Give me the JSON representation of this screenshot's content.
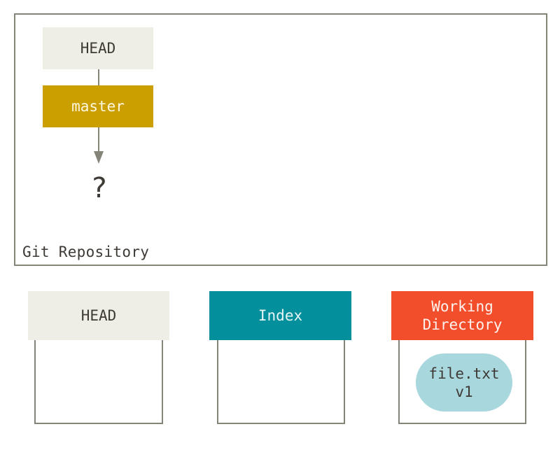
{
  "repository": {
    "label": "Git Repository",
    "head_label": "HEAD",
    "branch_label": "master",
    "commit_placeholder": "?"
  },
  "trees": [
    {
      "label": "HEAD"
    },
    {
      "label": "Index"
    },
    {
      "label_line1": "Working",
      "label_line2": "Directory"
    }
  ],
  "files": {
    "working_directory": {
      "name": "file.txt",
      "version": "v1"
    }
  },
  "colors": {
    "head": "#efeee6",
    "branch": "#cc9f01",
    "index": "#048f9c",
    "working_directory": "#f34e2b",
    "file_blob": "#a9d7de",
    "frame": "#858479",
    "text": "#3e3a35"
  }
}
